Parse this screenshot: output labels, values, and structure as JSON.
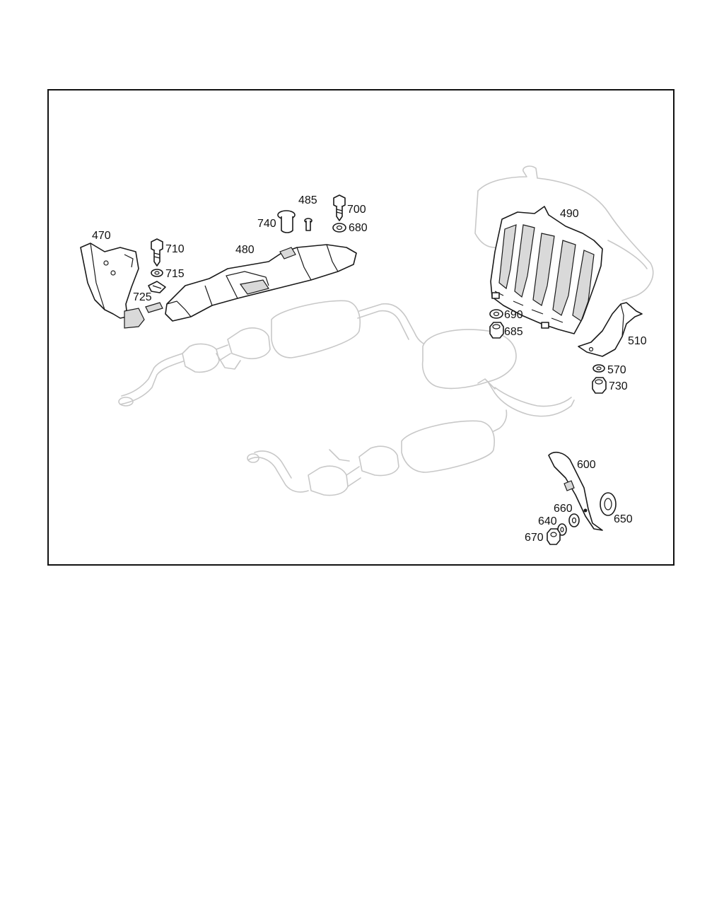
{
  "diagram": {
    "callouts": [
      "470",
      "480",
      "485",
      "740",
      "700",
      "680",
      "710",
      "715",
      "725",
      "490",
      "690",
      "685",
      "510",
      "570",
      "730",
      "600",
      "660",
      "640",
      "670",
      "650"
    ]
  },
  "colors": {
    "part_outline": "#1a1a1a",
    "ghost_outline": "#c8c8c8",
    "frame": "#111111"
  }
}
